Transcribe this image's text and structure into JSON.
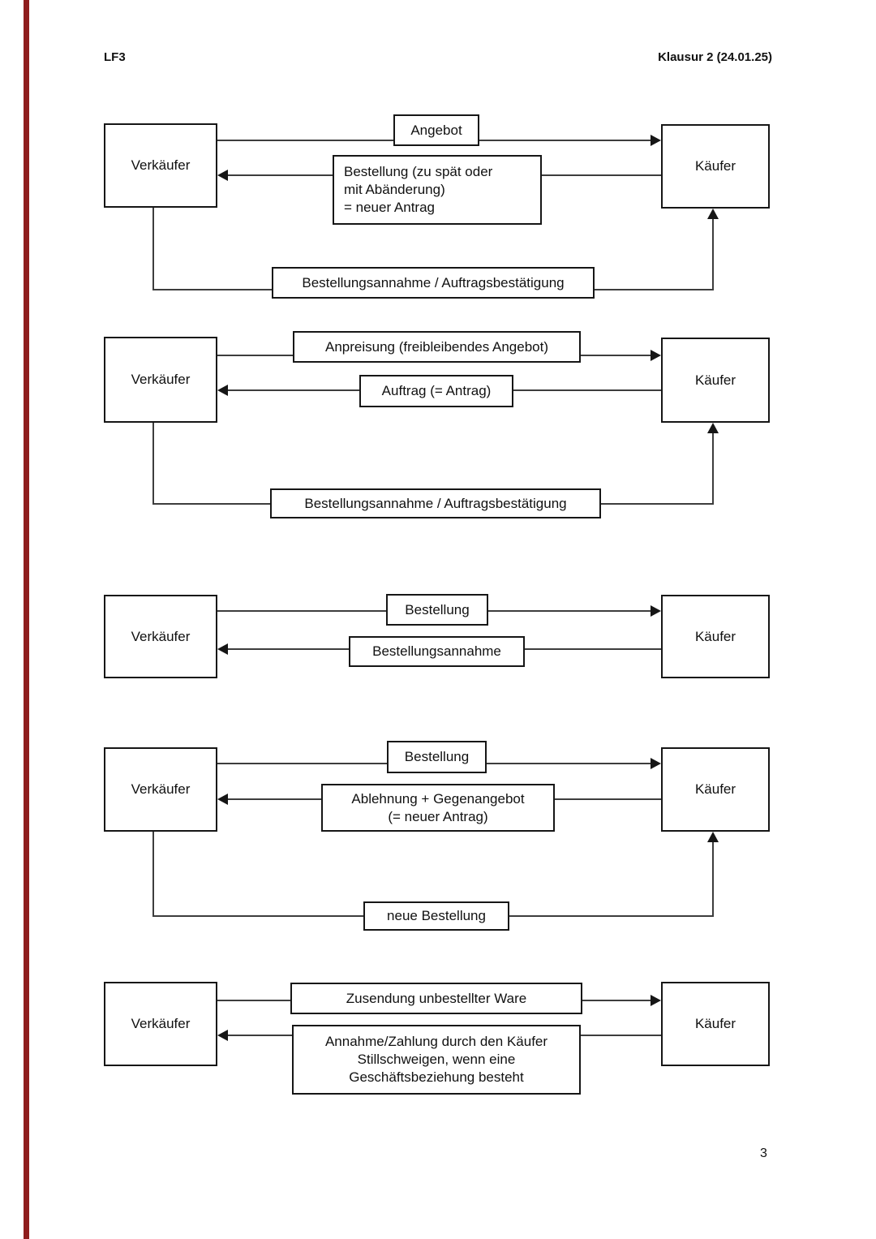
{
  "page": {
    "header_left": "LF3",
    "header_right": "Klausur 2 (24.01.25)",
    "page_number": "3"
  },
  "colors": {
    "background": "#ffffff",
    "box_border": "#161616",
    "line": "#3d3d3d",
    "text": "#111111",
    "left_margin_line": "#8f1d1d"
  },
  "diagrams": [
    {
      "seller": "Verkäufer",
      "buyer": "Käufer",
      "forward_label": "Angebot",
      "backward_label": "Bestellung (zu spät oder\nmit Abänderung)\n= neuer Antrag",
      "bottom_label": "Bestellungsannahme / Auftragsbestätigung"
    },
    {
      "seller": "Verkäufer",
      "buyer": "Käufer",
      "forward_label": "Anpreisung (freibleibendes Angebot)",
      "backward_label": "Auftrag (= Antrag)",
      "bottom_label": "Bestellungsannahme / Auftragsbestätigung"
    },
    {
      "seller": "Verkäufer",
      "buyer": "Käufer",
      "forward_label": "Bestellung",
      "backward_label": "Bestellungsannahme"
    },
    {
      "seller": "Verkäufer",
      "buyer": "Käufer",
      "forward_label": "Bestellung",
      "backward_label": "Ablehnung + Gegenangebot\n(= neuer Antrag)",
      "bottom_label": "neue Bestellung"
    },
    {
      "seller": "Verkäufer",
      "buyer": "Käufer",
      "forward_label": "Zusendung unbestellter Ware",
      "backward_label": "Annahme/Zahlung durch den Käufer\nStillschweigen, wenn eine\nGeschäftsbeziehung besteht"
    }
  ]
}
